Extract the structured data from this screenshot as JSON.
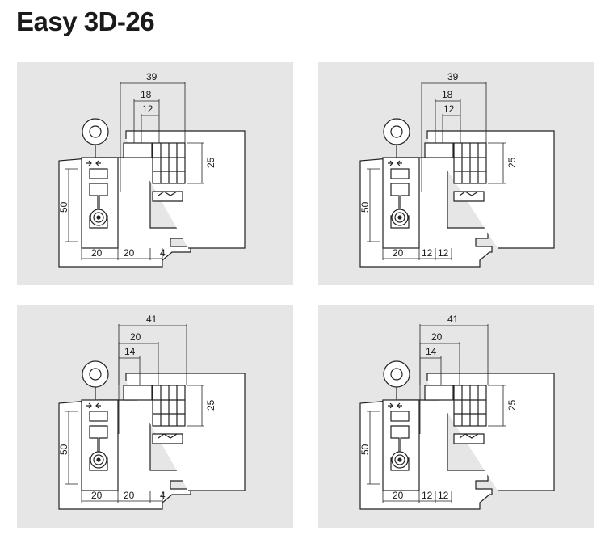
{
  "title": "Easy 3D-26",
  "diagrams": [
    {
      "top_overall": "39",
      "top_mid": "18",
      "top_small": "12",
      "side_height": "25",
      "left_height": "50",
      "bottom": [
        "20",
        "20",
        "4"
      ]
    },
    {
      "top_overall": "39",
      "top_mid": "18",
      "top_small": "12",
      "side_height": "25",
      "left_height": "50",
      "bottom": [
        "20",
        "12",
        "12"
      ]
    },
    {
      "top_overall": "41",
      "top_mid": "20",
      "top_small": "14",
      "side_height": "25",
      "left_height": "50",
      "bottom": [
        "20",
        "20",
        "4"
      ]
    },
    {
      "top_overall": "41",
      "top_mid": "20",
      "top_small": "14",
      "side_height": "25",
      "left_height": "50",
      "bottom": [
        "20",
        "12",
        "12"
      ]
    }
  ]
}
